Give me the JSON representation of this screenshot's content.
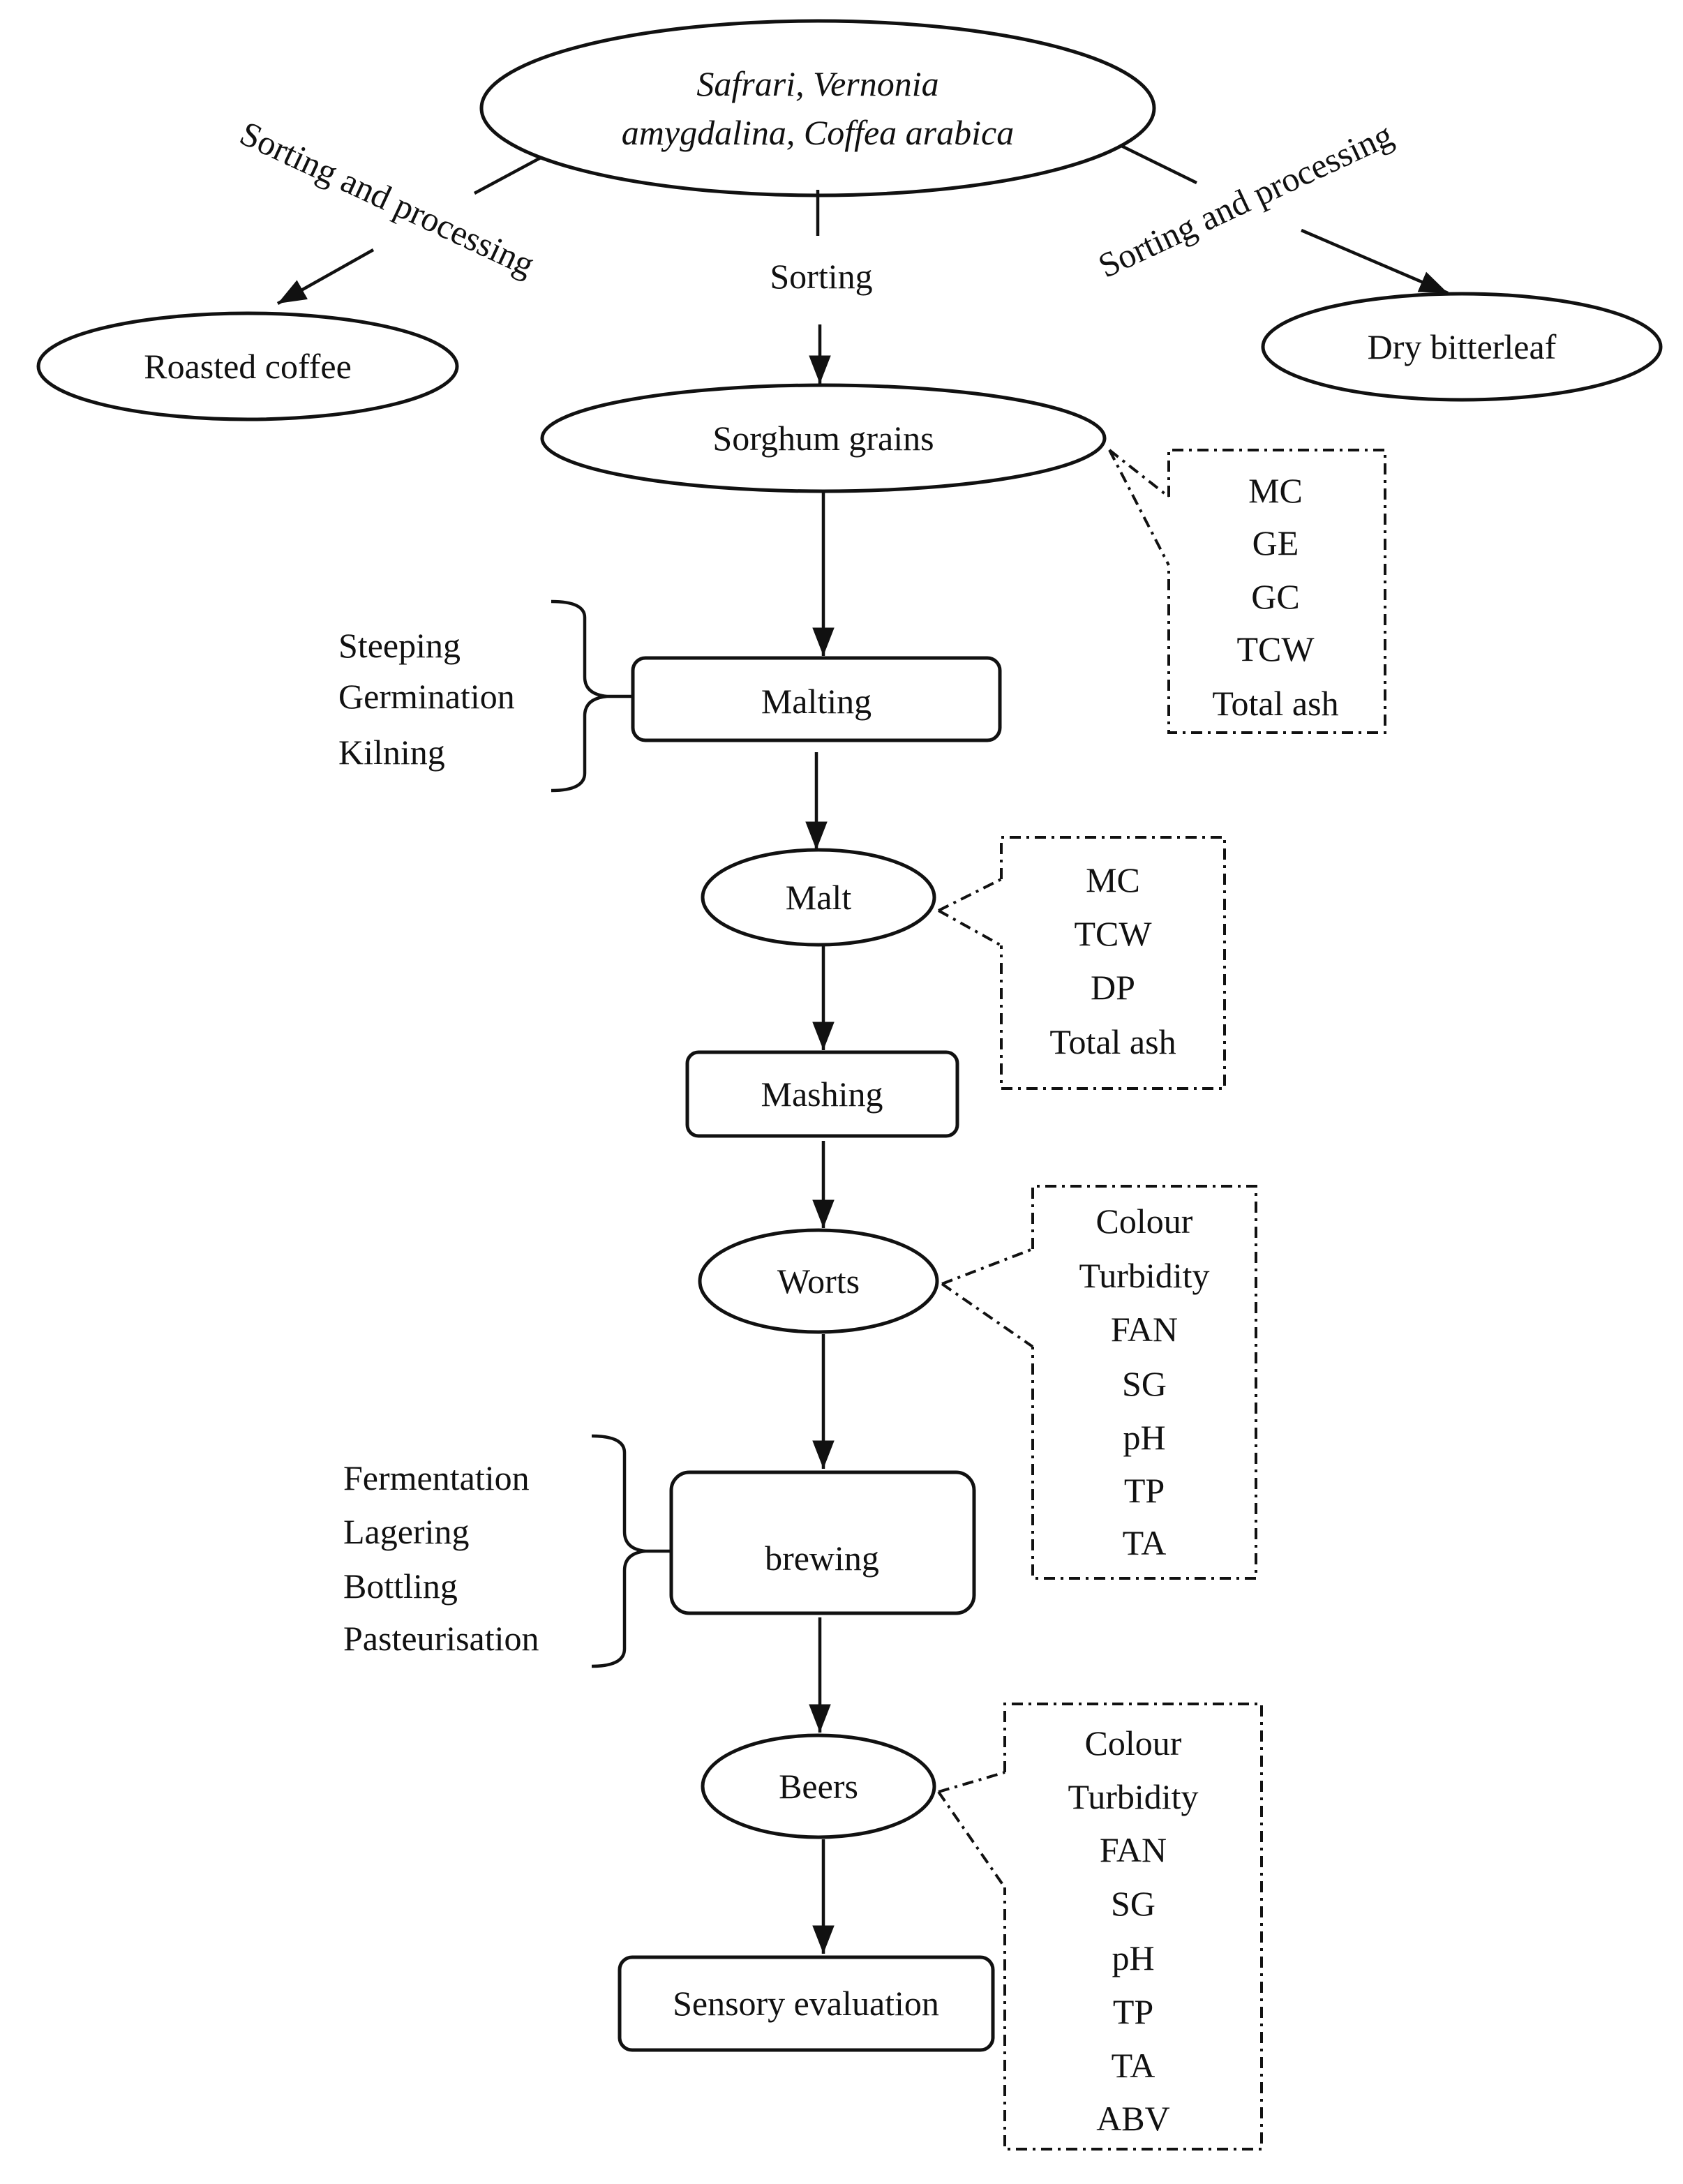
{
  "source_node": {
    "line1": "Safrari, Vernonia",
    "line2": "amygdalina, Coffea arabica"
  },
  "edge_labels": {
    "left": "Sorting and processing",
    "center": "Sorting",
    "right": "Sorting and processing"
  },
  "nodes": {
    "roasted_coffee": "Roasted coffee",
    "dry_bitterleaf": "Dry bitterleaf",
    "sorghum_grains": "Sorghum grains",
    "malting": "Malting",
    "malt": "Malt",
    "mashing": "Mashing",
    "worts": "Worts",
    "brewing": "brewing",
    "beers": "Beers",
    "sensory_evaluation": "Sensory evaluation"
  },
  "process_steps": {
    "malting": [
      "Steeping",
      "Germination",
      "Kilning"
    ],
    "brewing": [
      "Fermentation",
      "Lagering",
      "Bottling",
      "Pasteurisation"
    ]
  },
  "parameters": {
    "sorghum_grains": [
      "MC",
      "GE",
      "GC",
      "TCW",
      "Total ash"
    ],
    "malt": [
      "MC",
      "TCW",
      "DP",
      "Total ash"
    ],
    "worts": [
      "Colour",
      "Turbidity",
      "FAN",
      "SG",
      "pH",
      "TP",
      "TA"
    ],
    "beers": [
      "Colour",
      "Turbidity",
      "FAN",
      "SG",
      "pH",
      "TP",
      "TA",
      "ABV"
    ]
  },
  "colors": {
    "line": "#111111",
    "background": "#ffffff"
  }
}
